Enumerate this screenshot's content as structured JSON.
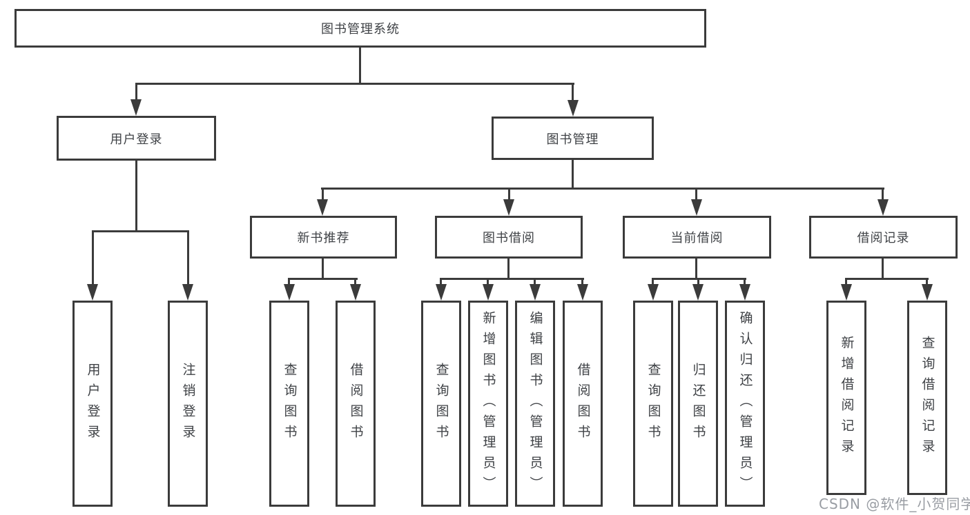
{
  "diagram": {
    "root": {
      "label": "图书管理系统"
    },
    "branches": [
      {
        "label": "用户登录",
        "children": [
          {
            "label": "用户登录"
          },
          {
            "label": "注销登录"
          }
        ]
      },
      {
        "label": "图书管理",
        "children": [
          {
            "label": "新书推荐",
            "children": [
              {
                "label": "查询图书"
              },
              {
                "label": "借阅图书"
              }
            ]
          },
          {
            "label": "图书借阅",
            "children": [
              {
                "label": "查询图书"
              },
              {
                "label": "新增图书（管理员）"
              },
              {
                "label": "编辑图书（管理员）"
              },
              {
                "label": "借阅图书"
              }
            ]
          },
          {
            "label": "当前借阅",
            "children": [
              {
                "label": "查询图书"
              },
              {
                "label": "归还图书"
              },
              {
                "label": "确认归还（管理员）"
              }
            ]
          },
          {
            "label": "借阅记录",
            "children": [
              {
                "label": "新增借阅记录"
              },
              {
                "label": "查询借阅记录"
              }
            ]
          }
        ]
      }
    ]
  },
  "watermark": {
    "text": "CSDN @软件_小贺同学"
  },
  "colors": {
    "line": "#3b3b3b",
    "text": "#3f4246",
    "background": "#ffffff",
    "watermark": "#999da3"
  }
}
